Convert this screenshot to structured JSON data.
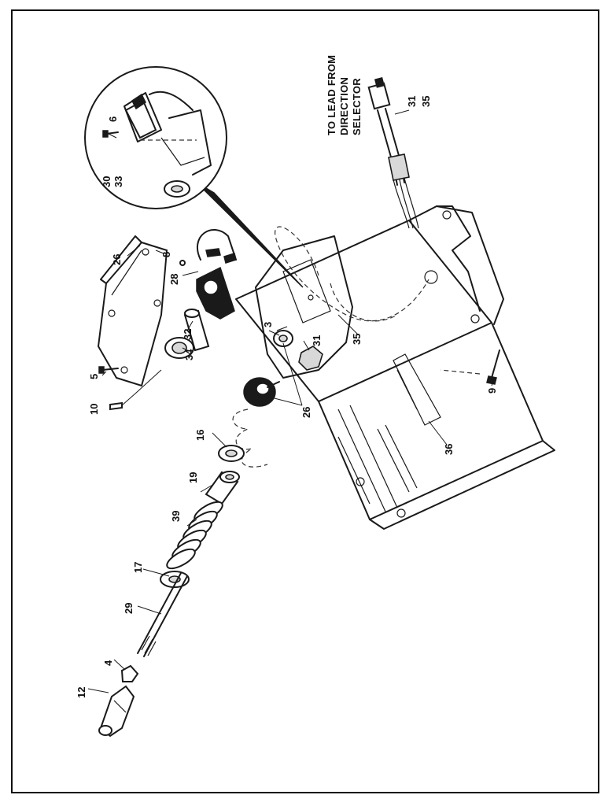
{
  "labels": {
    "l3": "3",
    "l4": "4",
    "l5": "5",
    "l6": "6",
    "l8": "8",
    "l9": "9",
    "l10": "10",
    "l12": "12",
    "l16": "16",
    "l17": "17",
    "l19": "19",
    "l26a": "26",
    "l26b": "26",
    "l28": "28",
    "l29": "29",
    "l30": "30",
    "l31a": "31",
    "l31b": "31",
    "l32": "32",
    "l33": "33",
    "l34": "34",
    "l35a": "35",
    "l35b": "35",
    "l36": "36",
    "l39": "39"
  },
  "note": {
    "line1": "TO LEAD FROM",
    "line2": "DIRECTION",
    "line3": "SELECTOR"
  }
}
